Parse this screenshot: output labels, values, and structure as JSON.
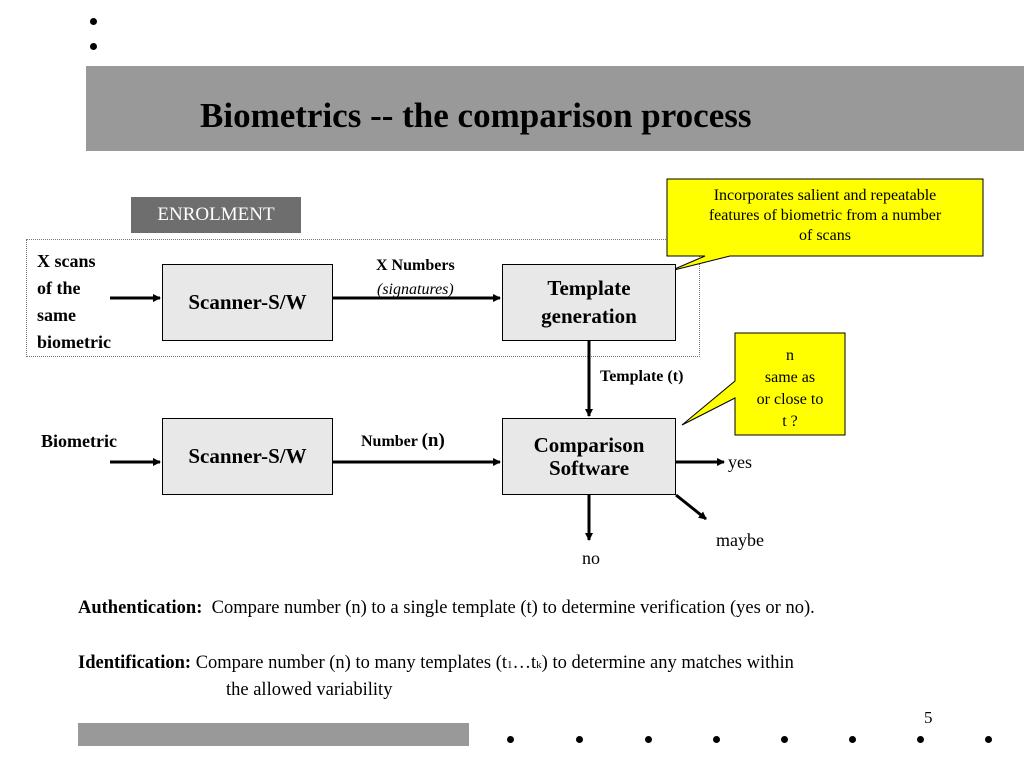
{
  "title": "Biometrics -- the comparison process",
  "enrolment_label": "ENROLMENT",
  "inputs": {
    "enrol_input": [
      "X scans",
      "of the",
      "same",
      "biometric"
    ],
    "verify_input": "Biometric"
  },
  "boxes": {
    "scanner_top": "Scanner-S/W",
    "template_generation": [
      "Template",
      "generation"
    ],
    "scanner_bottom": "Scanner-S/W",
    "comparison_software": [
      "Comparison",
      "Software"
    ]
  },
  "edges": {
    "x_numbers": "X Numbers",
    "signatures": "(signatures)",
    "template_t": "Template (t)",
    "number_prefix": "Number",
    "number_n": "(n)"
  },
  "outcomes": {
    "yes": "yes",
    "no": "no",
    "maybe": "maybe"
  },
  "callouts": {
    "template_note": [
      "Incorporates salient and repeatable",
      "features of biometric from a number",
      "of scans"
    ],
    "compare_note": [
      "n",
      "same as",
      "or close to",
      "t ?"
    ]
  },
  "authentication": {
    "label": "Authentication:",
    "text": "Compare number (n) to a single template (t) to determine verification (yes or no)."
  },
  "identification": {
    "label": "Identification:",
    "text_before": "Compare number (n) to many templates (t",
    "sub1": "1",
    "ellipsis": "…t",
    "subk": "k",
    "text_after": ") to determine any matches within",
    "line2": "the allowed variability"
  },
  "slide_number": "5",
  "colors": {
    "title_bar": "#999999",
    "callout_fill": "#ffff00",
    "box_fill": "#e8e8e8",
    "enrolment_tag": "#6e6e6e"
  }
}
